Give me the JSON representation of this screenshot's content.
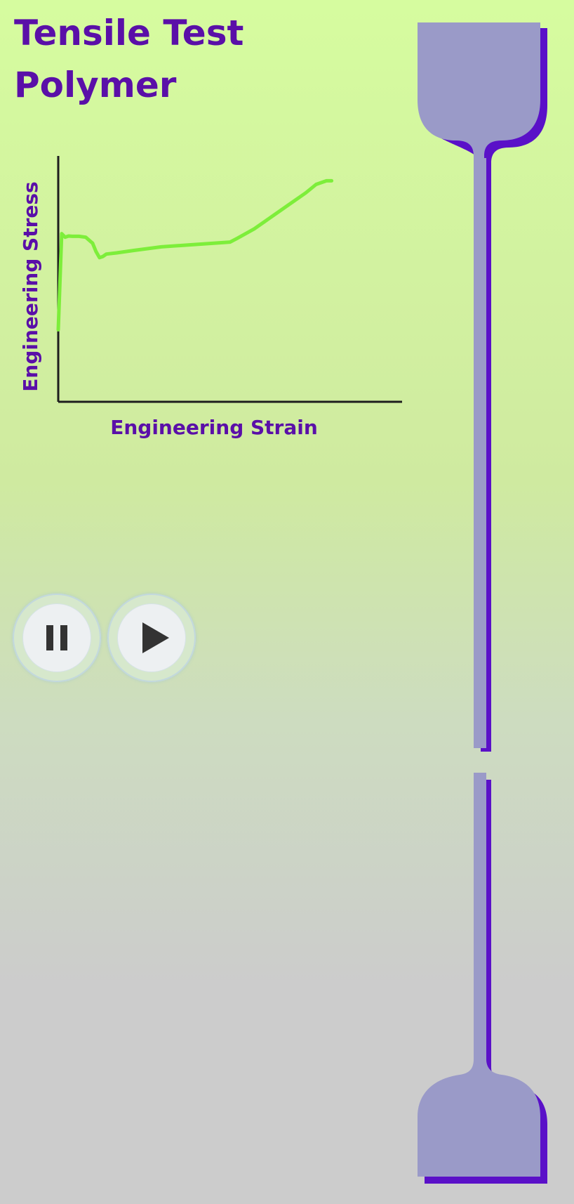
{
  "title": {
    "line1": "Tensile Test",
    "line2": "Polymer"
  },
  "chart_data": {
    "type": "line",
    "xlabel": "Engineering Strain",
    "ylabel": "Engineering Stress",
    "grid": false,
    "xlim": [
      0,
      100
    ],
    "ylim": [
      0,
      100
    ],
    "series": [
      {
        "color": "#7dee3a",
        "x": [
          0,
          1,
          2,
          3,
          4,
          6,
          8,
          10,
          11,
          12,
          13,
          14,
          17,
          22,
          30,
          40,
          50,
          52,
          57,
          62,
          67,
          72,
          75,
          78,
          79.5
        ],
        "y": [
          30,
          70,
          68.5,
          69,
          68.9,
          68.9,
          68.5,
          66,
          62.5,
          60,
          60.5,
          61.5,
          62,
          63,
          64.5,
          65.5,
          66.5,
          68,
          72,
          77,
          82,
          87,
          90.5,
          92,
          92
        ]
      }
    ],
    "line_color": "#7dee3a",
    "axis_color": "#1e1e1e",
    "label_color": "#5a0fa8"
  },
  "controls": {
    "pause": "pause-icon",
    "play": "play-icon",
    "icon_color": "#333333"
  },
  "specimen": {
    "body_color": "#9a9ac8",
    "shadow_color": "#5a10c8",
    "state": "fractured"
  }
}
